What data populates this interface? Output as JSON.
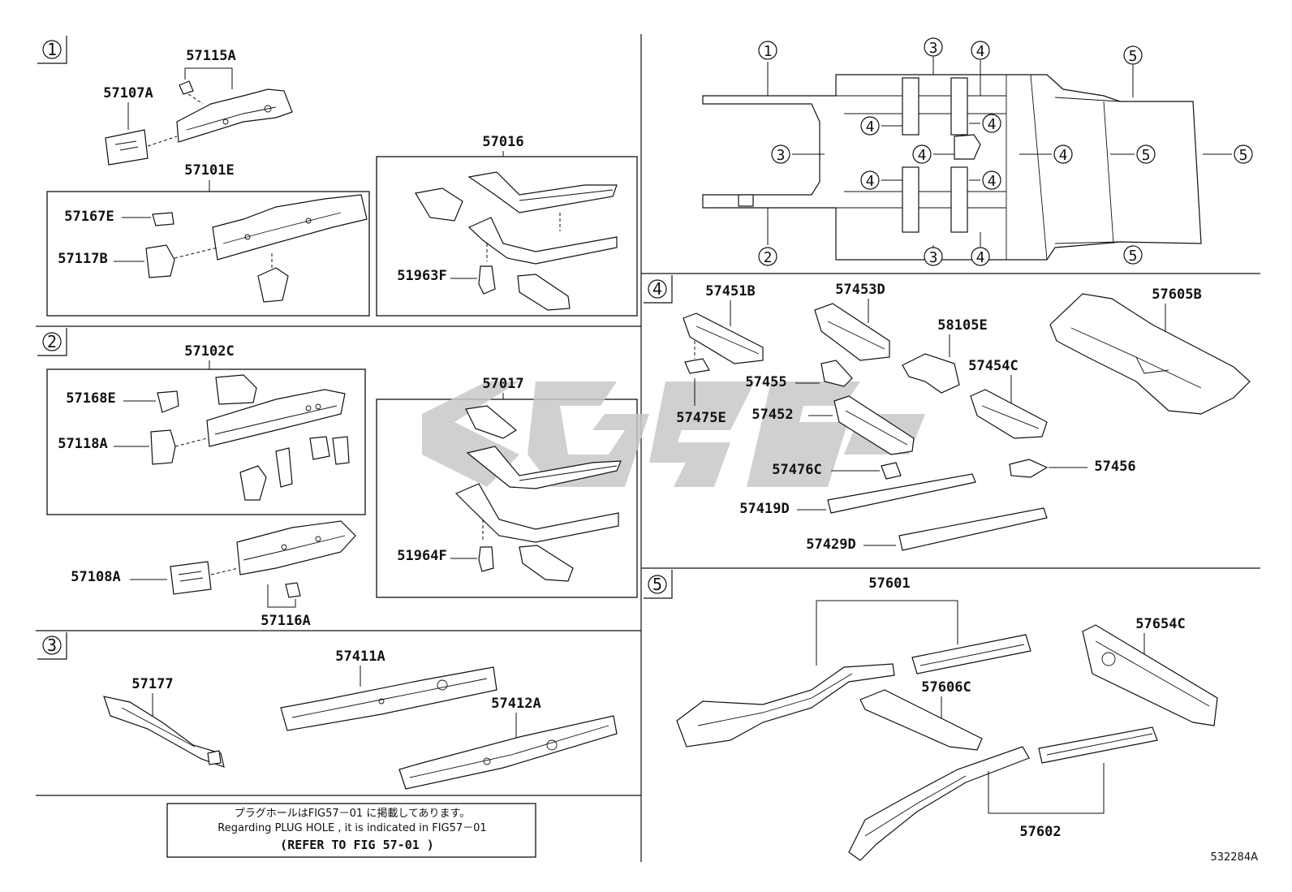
{
  "watermark": "CG96",
  "sections": [
    {
      "num": "1",
      "parts": {
        "p57115A": "57115A",
        "p57107A": "57107A",
        "p57101E": "57101E",
        "p57167E": "57167E",
        "p57117B": "57117B",
        "p57016": "57016",
        "p51963F": "51963F"
      }
    },
    {
      "num": "2",
      "parts": {
        "p57102C": "57102C",
        "p57168E": "57168E",
        "p57118A": "57118A",
        "p57017": "57017",
        "p51964F": "51964F",
        "p57108A": "57108A",
        "p57116A": "57116A"
      }
    },
    {
      "num": "3",
      "parts": {
        "p57177": "57177",
        "p57411A": "57411A",
        "p57412A": "57412A"
      }
    },
    {
      "num": "4",
      "parts": {
        "p57451B": "57451B",
        "p57453D": "57453D",
        "p58105E": "58105E",
        "p57605B": "57605B",
        "p57455": "57455",
        "p57454C": "57454C",
        "p57475E": "57475E",
        "p57452": "57452",
        "p57476C": "57476C",
        "p57456": "57456",
        "p57419D": "57419D",
        "p57429D": "57429D"
      }
    },
    {
      "num": "5",
      "parts": {
        "p57601": "57601",
        "p57654C": "57654C",
        "p57606C": "57606C",
        "p57602": "57602"
      }
    }
  ],
  "overview": {
    "labels": [
      "1",
      "2",
      "3",
      "3",
      "3",
      "4",
      "4",
      "4",
      "4",
      "4",
      "4",
      "4",
      "4",
      "5",
      "5",
      "5",
      "5"
    ]
  },
  "note": {
    "line1": "プラグホールはFIG57－01 に掲載してあります。",
    "line2": "Regarding  PLUG HOLE , it is indicated  in FIG57－01",
    "line3": "(REFER TO FIG 57-01     )"
  },
  "diagram_id": "532284A",
  "colors": {
    "line": "#111111",
    "watermark": "#c8c8c8",
    "background": "#ffffff"
  }
}
